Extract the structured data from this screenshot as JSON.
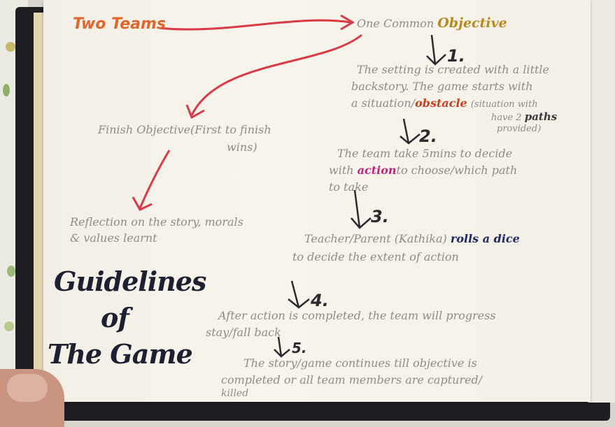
{
  "notebook": {
    "two_teams": "Two Teams",
    "common_objective_prefix": "One Common",
    "common_objective_word": "Objective",
    "finish_objective": [
      "Finish Objective(First to finish",
      "wins)"
    ],
    "reflection": [
      "Reflection on the story, morals",
      "& values learnt"
    ],
    "title_lines": [
      "Guidelines",
      "of",
      "The Game"
    ],
    "steps": [
      {
        "number": "1.",
        "lines": [
          "The setting is created with a little",
          "backstory. The game starts with"
        ],
        "line3_prefix": "a situation/",
        "line3_highlight": "obstacle",
        "line3_suffix": "(situation with",
        "extra_lines": [
          "have 2",
          "paths",
          "provided)"
        ]
      },
      {
        "number": "2.",
        "line1": "The team take 5mins to decide",
        "line2_prefix": "with",
        "line2_highlight": "action",
        "line2_suffix": "to choose/which path",
        "line3": "to take"
      },
      {
        "number": "3.",
        "line1_prefix": "Teacher/Parent (Kathika)",
        "line1_highlight": "rolls a dice",
        "line2": "to decide the extent of action"
      },
      {
        "number": "4.",
        "line1": "After action is completed, the team will progress",
        "line2": "stay/fall back"
      },
      {
        "number": "5.",
        "line1": "The story/game continues till objective is",
        "line2": "completed or all team members are captured/",
        "line3": "killed"
      }
    ]
  },
  "colors": {
    "ink_orange": "#e0672b",
    "ink_red": "#d83a46",
    "pencil": "#8e8c86",
    "marker_navy": "#1c2030"
  }
}
